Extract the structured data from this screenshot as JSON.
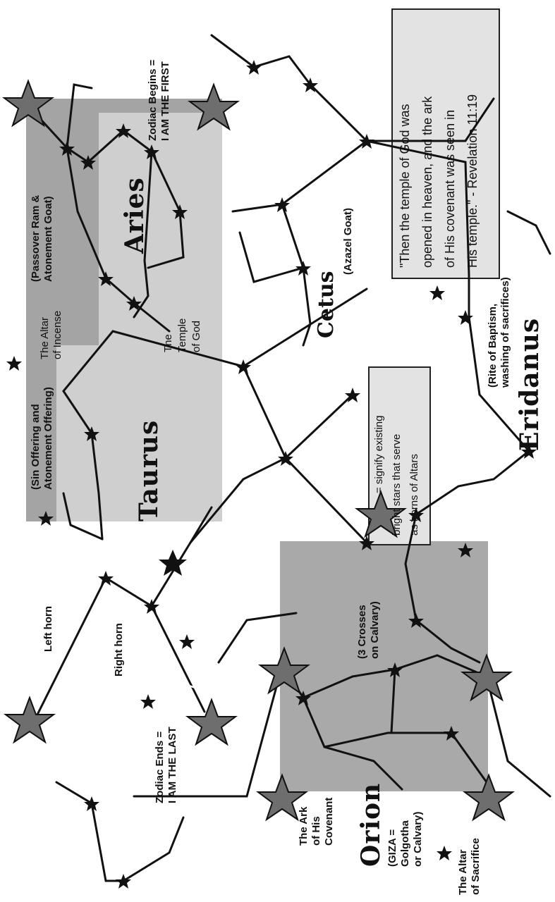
{
  "quote": {
    "line1": "\"Then the temple of God was",
    "line2": "opened in heaven, and the ark",
    "line3": "of His covenant was seen in",
    "line4": "His temple.\" - Revelation 11:19"
  },
  "constellations": {
    "aries": "Aries",
    "taurus": "Taurus",
    "cetus": "Cetus",
    "eridanus": "Eridanus",
    "orion": "Orion"
  },
  "labels": {
    "zodiac_begins_1": "Zodiac Begins =",
    "zodiac_begins_2": "I AM THE FIRST",
    "zodiac_ends_1": "Zodiac Ends =",
    "zodiac_ends_2": "I AM THE LAST",
    "passover_1": "(Passover Ram &",
    "passover_2": "Atonement Goat)",
    "altar_incense_1": "The Altar",
    "altar_incense_2": "of Incense",
    "temple_1": "The",
    "temple_2": "Temple",
    "temple_3": "of God",
    "sin_offering_1": "(Sin Offering and",
    "sin_offering_2": "Atonement Offering)",
    "azazel": "(Azazel Goat)",
    "baptism_1": "(Rite of Baptism,",
    "baptism_2": "washing of sacrifices)",
    "left_horn": "Left horn",
    "right_horn": "Right horn",
    "three_crosses_1": "(3 Crosses",
    "three_crosses_2": "on Calvary)",
    "ark_1": "The Ark",
    "ark_2": "of His",
    "ark_3": "Covenant",
    "giza_1": "(GIZA =",
    "giza_2": "Golgotha",
    "giza_3": "or Calvary)",
    "altar_sacrifice_1": "The Altar",
    "altar_sacrifice_2": "of Sacrifice"
  },
  "legend": {
    "line1": "= signify existing",
    "line2": "bright stars that serve",
    "line3": "as horns of Altars"
  },
  "colors": {
    "zodiac_band": "#a4a4a4",
    "highlight": "#cfcfcf",
    "bright_star": "#6e6e6e",
    "star": "#111111"
  }
}
